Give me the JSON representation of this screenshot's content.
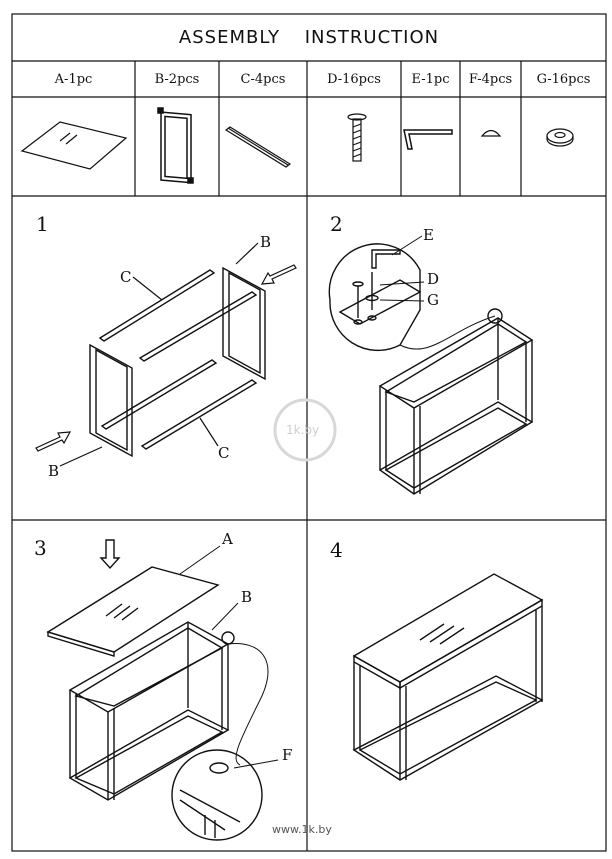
{
  "title": "ASSEMBLY   INSTRUCTION",
  "parts": [
    {
      "label": "A-1pc",
      "icon": "glass-top-icon"
    },
    {
      "label": "B-2pcs",
      "icon": "side-frame-icon"
    },
    {
      "label": "C-4pcs",
      "icon": "crossbar-icon"
    },
    {
      "label": "D-16pcs",
      "icon": "bolt-icon"
    },
    {
      "label": "E-1pc",
      "icon": "allen-key-icon"
    },
    {
      "label": "F-4pcs",
      "icon": "rubber-pad-icon"
    },
    {
      "label": "G-16pcs",
      "icon": "washer-icon"
    }
  ],
  "steps": [
    {
      "number": "1",
      "callouts": [
        "B",
        "C",
        "C",
        "B"
      ]
    },
    {
      "number": "2",
      "callouts": [
        "E",
        "D",
        "G"
      ]
    },
    {
      "number": "3",
      "callouts": [
        "A",
        "B",
        "F"
      ]
    },
    {
      "number": "4",
      "callouts": []
    }
  ],
  "watermark": "www.1k.by",
  "watermark_logo": "1k.by"
}
